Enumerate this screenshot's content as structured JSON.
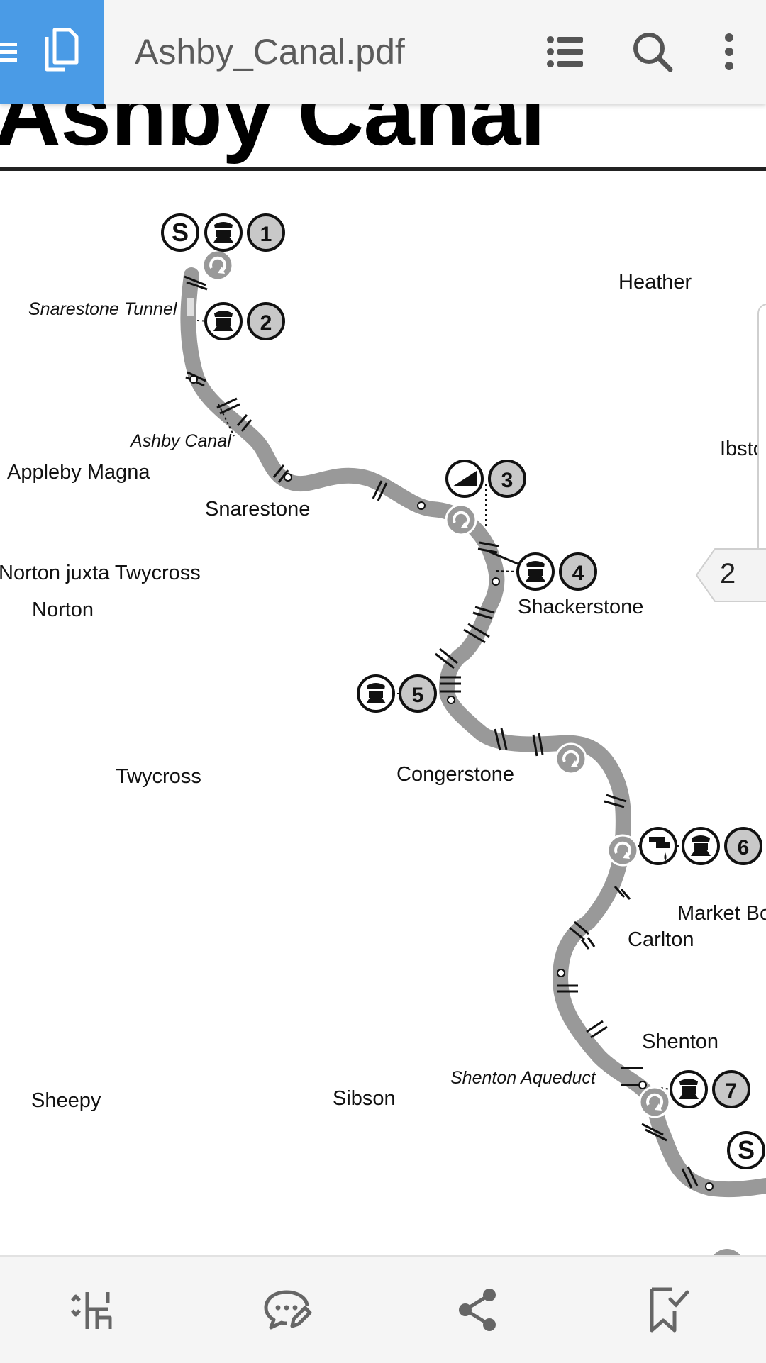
{
  "toolbar": {
    "title": "Ashby_Canal.pdf",
    "icons": [
      "menu-icon",
      "document-icon",
      "list-icon",
      "search-icon",
      "more-icon"
    ]
  },
  "document": {
    "heading": "Ashby Canal",
    "page_indicator": "2"
  },
  "map": {
    "places": {
      "heather": "Heather",
      "ibstock": "Ibsto",
      "appleby": "Appleby Magna",
      "snarestone": "Snarestone",
      "norton_jt": "Norton juxta Twycross",
      "norton": "Norton",
      "shackerstone": "Shackerstone",
      "twycross": "Twycross",
      "congerstone": "Congerstone",
      "market_bosworth": "Market Bo",
      "carlton": "Carlton",
      "shenton": "Shenton",
      "sheepy": "Sheepy",
      "sibson": "Sibson"
    },
    "features": {
      "tunnel": "Snarestone Tunnel",
      "canal": "Ashby Canal",
      "aqueduct": "Shenton Aqueduct"
    },
    "markers": {
      "s_top": "S",
      "m1": "1",
      "m2": "2",
      "m3": "3",
      "m4": "4",
      "m5": "5",
      "m6": "6",
      "m7": "7",
      "s_bottom": "S"
    },
    "colors": {
      "canal": "#999999",
      "marker_fill": "#c8c8c8"
    }
  },
  "bottom_bar": {
    "icons": [
      "reading-mode-icon",
      "comment-icon",
      "share-icon",
      "bookmark-icon"
    ]
  }
}
